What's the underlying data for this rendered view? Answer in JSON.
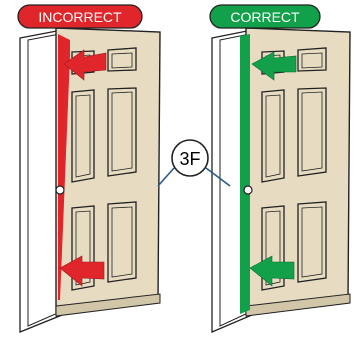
{
  "labels": {
    "incorrect": "INCORRECT",
    "correct": "CORRECT",
    "badge": "3F"
  },
  "colors": {
    "incorrect": "#e0252b",
    "correct": "#13a04a",
    "door": "#e7dcc2",
    "wall": "#ffffff",
    "outline": "#222222",
    "connector": "#2a5a8c"
  },
  "icons": {
    "arrow": "left-arrow-icon",
    "knob": "door-knob-icon"
  }
}
